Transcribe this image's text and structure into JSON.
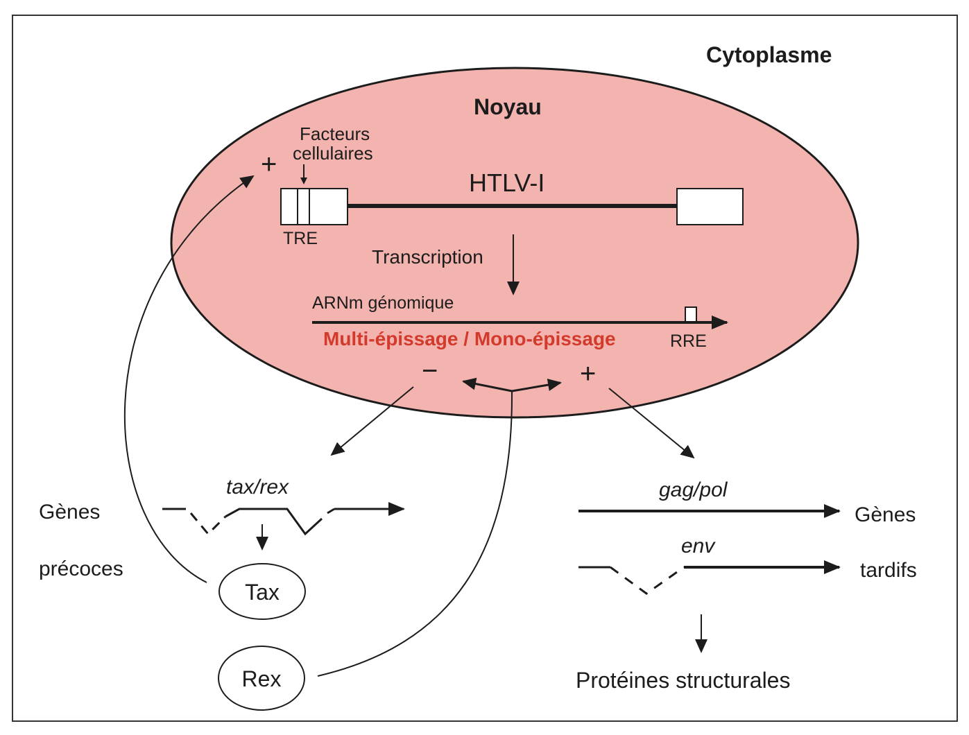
{
  "diagram": {
    "type": "biological-pathway",
    "compartments": {
      "outer": "Cytoplasme",
      "inner": "Noyau"
    },
    "colors": {
      "nucleus_fill": "#f3b3ae",
      "accent_red": "#d23a2c",
      "line": "#1c1c1c",
      "box_fill": "#ffffff"
    },
    "nucleus": {
      "cell_factors_line1": "Facteurs",
      "cell_factors_line2": "cellulaires",
      "plus_top": "+",
      "provirus_label": "HTLV-I",
      "tre_label": "TRE",
      "transcription_label": "Transcription",
      "mrna_label": "ARNm génomique",
      "splicing_label": "Multi-épissage / Mono-épissage",
      "rre_label": "RRE",
      "minus_sign": "−",
      "plus_sign": "+"
    },
    "early_genes": {
      "label_line1": "Gènes",
      "label_line2": "précoces",
      "gene_name": "tax/rex",
      "proteins": [
        "Tax",
        "Rex"
      ]
    },
    "late_genes": {
      "label_line1": "Gènes",
      "label_line2": "tardifs",
      "genes": [
        "gag/pol",
        "env"
      ],
      "product_label": "Protéines structurales"
    },
    "edges": [
      {
        "from": "Tax",
        "to": "TRE",
        "effect": "+"
      },
      {
        "from": "Rex",
        "to": "splicing",
        "effect": "regulates"
      },
      {
        "from": "splicing",
        "to": "tax/rex",
        "effect": "−"
      },
      {
        "from": "splicing",
        "to": "gag/pol + env",
        "effect": "+"
      },
      {
        "from": "HTLV-I",
        "to": "ARNm génomique",
        "label": "Transcription"
      },
      {
        "from": "late genes",
        "to": "Protéines structurales"
      }
    ]
  }
}
